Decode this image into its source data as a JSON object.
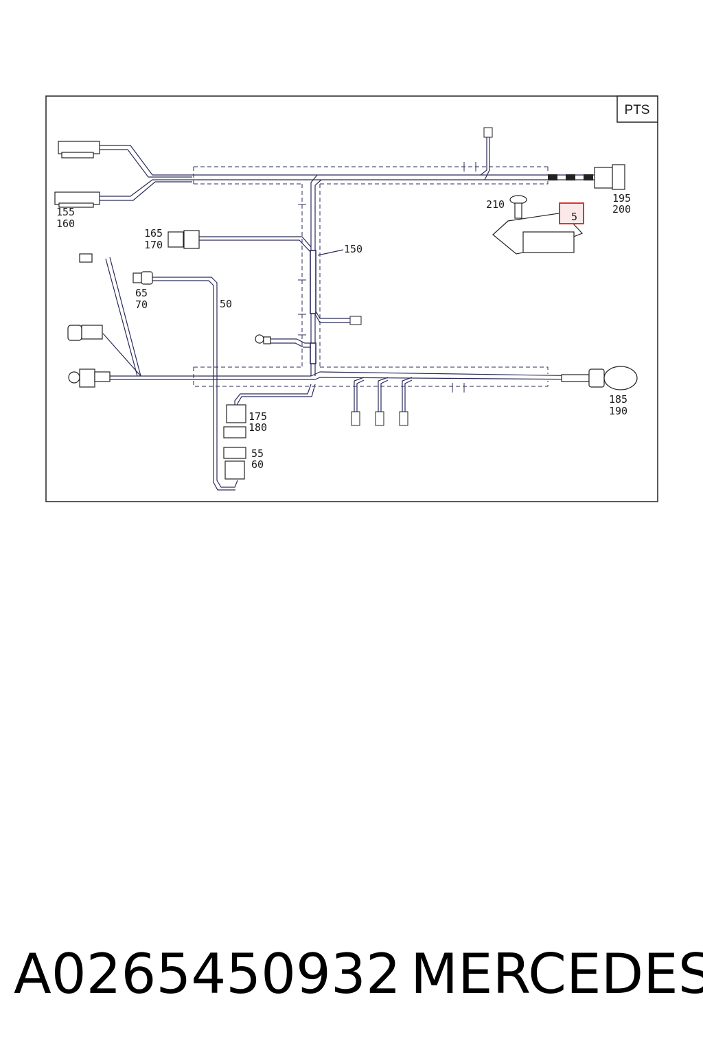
{
  "diagram": {
    "corner_tag": "PTS",
    "callouts": {
      "c155_160": [
        "155",
        "160"
      ],
      "c165_170": [
        "165",
        "170"
      ],
      "c65_70": [
        "65",
        "70"
      ],
      "c50": "50",
      "c150": "150",
      "c210": "210",
      "c5": "5",
      "c195_200": [
        "195",
        "200"
      ],
      "c185_190": [
        "185",
        "190"
      ],
      "c175_180": [
        "175",
        "180"
      ],
      "c55_60": [
        "55",
        "60"
      ]
    },
    "highlight_color": "#e03030",
    "wire_color": "#2a2a5a"
  },
  "footer": {
    "part_number": "A0265450932",
    "brand": "MERCEDES"
  }
}
